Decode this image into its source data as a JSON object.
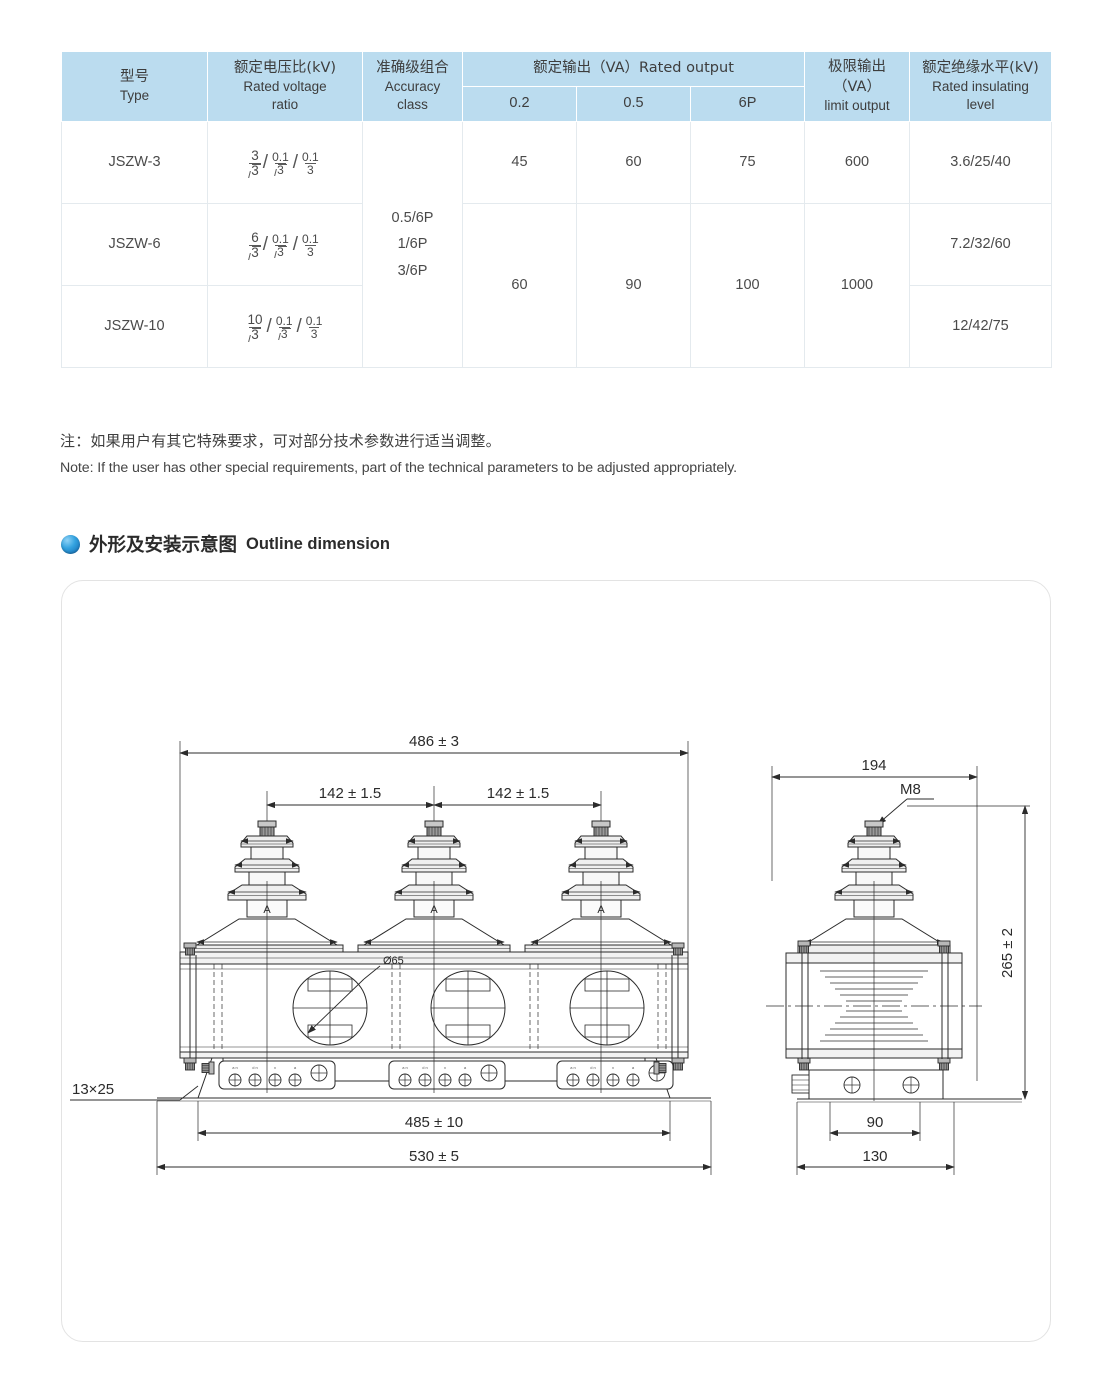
{
  "table": {
    "headers": {
      "type_cn": "型号",
      "type_en": "Type",
      "ratio_cn": "额定电压比(kV)",
      "ratio_en1": "Rated voltage",
      "ratio_en2": "ratio",
      "accuracy_cn": "准确级组合",
      "accuracy_en1": "Accuracy",
      "accuracy_en2": "class",
      "rated_output": "额定输出（VA）Rated output",
      "limit_cn1": "极限输出",
      "limit_cn2": "（VA）",
      "limit_en": "limit output",
      "insulating_cn": "额定绝缘水平(kV)",
      "insulating_en1": "Rated insulating",
      "insulating_en2": "level",
      "sub_02": "0.2",
      "sub_05": "0.5",
      "sub_6p": "6P"
    },
    "rows": [
      {
        "type": "JSZW-3",
        "ratio": {
          "f1_num": "3",
          "f1_den": "3",
          "f2_num": "0.1",
          "f2_den": "3",
          "f3_num": "0.1",
          "f3_den": "3"
        },
        "out_02": "45",
        "out_05": "60",
        "out_6p": "75",
        "limit": "600",
        "insulating": "3.6/25/40"
      },
      {
        "type": "JSZW-6",
        "ratio": {
          "f1_num": "6",
          "f1_den": "3",
          "f2_num": "0.1",
          "f2_den": "3",
          "f3_num": "0.1",
          "f3_den": "3"
        },
        "out_02": "60",
        "out_05": "90",
        "out_6p": "100",
        "limit": "1000",
        "insulating": "7.2/32/60"
      },
      {
        "type": "JSZW-10",
        "ratio": {
          "f1_num": "10",
          "f1_den": "3",
          "f2_num": "0.1",
          "f2_den": "3",
          "f3_num": "0.1",
          "f3_den": "3"
        },
        "insulating": "12/42/75"
      }
    ],
    "accuracy_values": [
      "0.5/6P",
      "1/6P",
      "3/6P"
    ]
  },
  "notes": {
    "cn": "注：如果用户有其它特殊要求，可对部分技术参数进行适当调整。",
    "en": "Note: If the user has other special requirements, part of the technical  parameters to be adjusted appropriately."
  },
  "section": {
    "title_cn": "外形及安装示意图",
    "title_en": "Outline dimension",
    "bullet_color": "#1f7fc4"
  },
  "drawing": {
    "front_view": {
      "overall_width": "486 ± 3",
      "center_left": "142 ± 1.5",
      "center_right": "142 ± 1.5",
      "base_inner": "485 ± 10",
      "base_outer": "530 ± 5",
      "mounting_hole": "13×25",
      "bore_diameter": "Ø65",
      "phase_marks": [
        "A",
        "A",
        "A"
      ]
    },
    "side_view": {
      "width": "194",
      "bolt": "M8",
      "height": "265 ± 2",
      "foot_inner": "90",
      "foot_outer": "130"
    }
  },
  "colors": {
    "header_bg": "#bbdcef",
    "text": "#404040",
    "line": "#2b2b2b"
  }
}
